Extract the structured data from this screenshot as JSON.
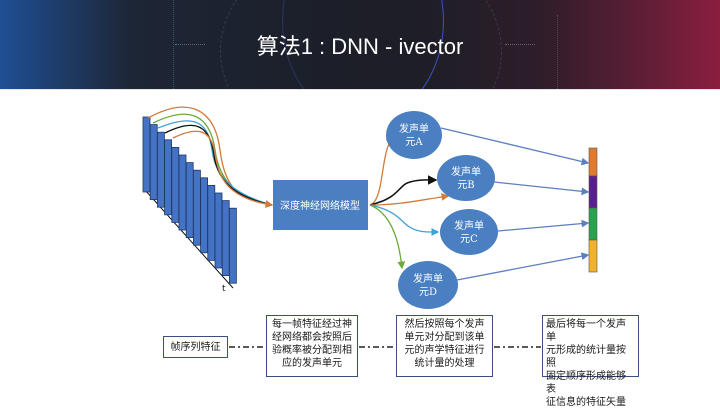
{
  "slide": {
    "title": "算法1 : DNN - ivector"
  },
  "diagram": {
    "time_axis_label": "t",
    "frame_count": 13,
    "dnn_label": "深度神经网络模型",
    "units": [
      {
        "id": "A",
        "line1": "发声单",
        "line2": "元A"
      },
      {
        "id": "B",
        "line1": "发声单",
        "line2": "元B"
      },
      {
        "id": "C",
        "line1": "发声单",
        "line2": "元C"
      },
      {
        "id": "D",
        "line1": "发声单",
        "line2": "元D"
      }
    ],
    "feature_vector_segments": [
      {
        "unit": "A",
        "color": "#e07a2f"
      },
      {
        "unit": "B",
        "color": "#5b1f8c"
      },
      {
        "unit": "C",
        "color": "#2aa14c"
      },
      {
        "unit": "D",
        "color": "#f0b429"
      }
    ],
    "colors": {
      "frame_fill": "#4472c4",
      "frame_stroke": "#1f3864",
      "node_fill": "#4a7fc1",
      "arrow_blue": "#5b7fc0",
      "curve_orange": "#d47a3a",
      "curve_green": "#6aab3b",
      "curve_cyan": "#3aa3d8",
      "curve_black": "#111111"
    }
  },
  "pipeline": {
    "input_label": "帧序列特征",
    "steps": [
      {
        "lines": [
          "每一帧特征经过神",
          "经网络都会按照后",
          "验概率被分配到相",
          "应的发声单元"
        ]
      },
      {
        "lines": [
          "然后按照每个发声",
          "单元对分配到该单",
          "元的声学特征进行",
          "统计量的处理"
        ]
      },
      {
        "lines": [
          "最后将每一个发声单",
          "元形成的统计量按照",
          "固定顺序形成能够表",
          "征信息的特征矢量"
        ]
      }
    ]
  }
}
